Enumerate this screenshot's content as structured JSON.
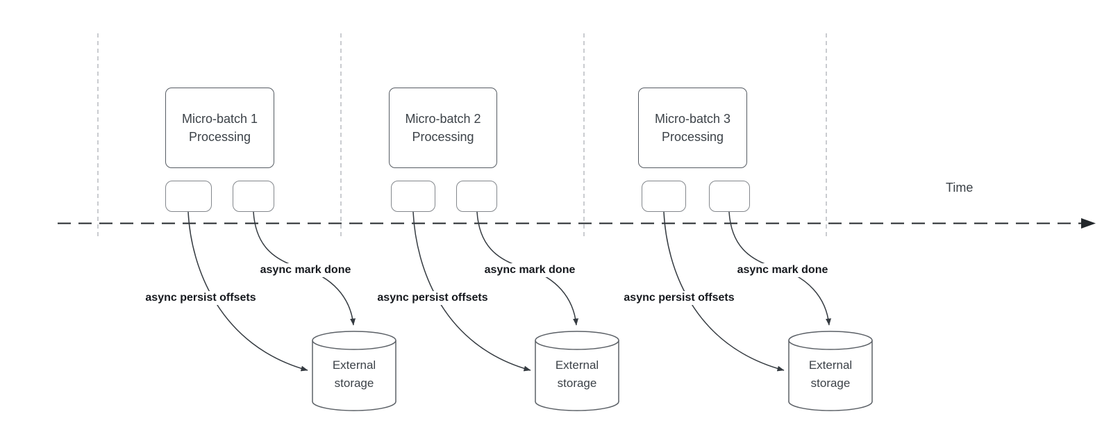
{
  "diagram": {
    "time_label": "Time",
    "batches": [
      {
        "title": "Micro-batch 1\nProcessing",
        "persist_label": "async persist offsets",
        "mark_label": "async mark done",
        "storage_label": "External\nstorage"
      },
      {
        "title": "Micro-batch 2\nProcessing",
        "persist_label": "async persist offsets",
        "mark_label": "async mark done",
        "storage_label": "External\nstorage"
      },
      {
        "title": "Micro-batch 3\nProcessing",
        "persist_label": "async persist offsets",
        "mark_label": "async mark done",
        "storage_label": "External\nstorage"
      }
    ],
    "colors": {
      "background": "#ffffff",
      "guide_line": "#b9bcc0",
      "time_axis": "#23272b",
      "connector": "#343a40",
      "shape_border": "#565c63",
      "small_box_border": "#83878c",
      "shape_text": "#3c4248",
      "bold_label_text": "#16191e"
    }
  }
}
